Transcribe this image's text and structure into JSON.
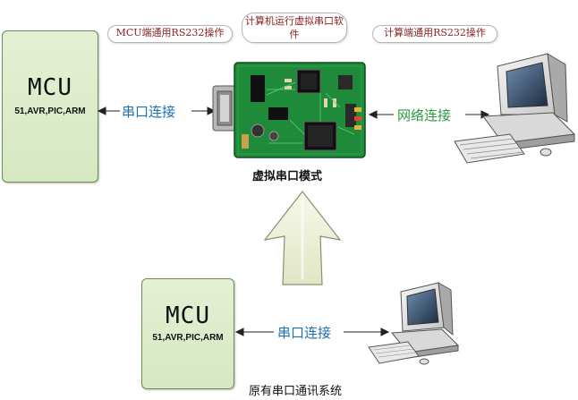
{
  "notes": {
    "mcu_rs232": "MCU端通用RS232操作",
    "pc_virtual": "计算机运行虚拟串口软件",
    "pc_rs232": "计算端通用RS232操作"
  },
  "top": {
    "mcu": {
      "title": "MCU",
      "subtitle": "51,AVR,PIC,ARM"
    },
    "serial_link": "串口连接",
    "network_link": "网络连接",
    "device_caption": "虚拟串口模式"
  },
  "bottom": {
    "mcu": {
      "title": "MCU",
      "subtitle": "51,AVR,PIC,ARM"
    },
    "serial_link": "串口连接",
    "caption": "原有串口通讯系统"
  },
  "colors": {
    "serial_text": "#1a6fb5",
    "network_text": "#2c9a3c",
    "note_text": "#8a1f1f",
    "board": "#1f8a3a"
  }
}
